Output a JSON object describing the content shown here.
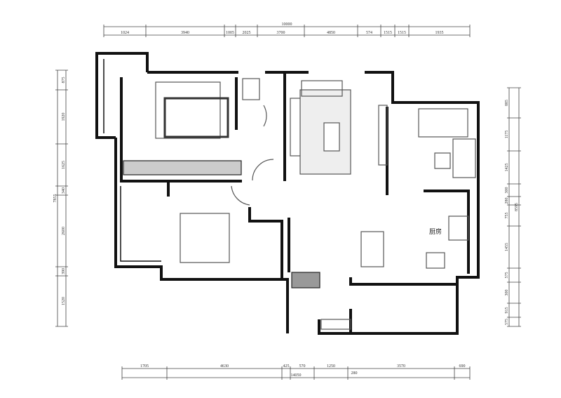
{
  "title": "Apartment floor plan",
  "rooms": {
    "kitchen_label": "厨房"
  },
  "dimensions": {
    "top_total": "10000",
    "top_segments": [
      "1024",
      "3940",
      "1005",
      "2025",
      "3700",
      "4850",
      "574",
      "1515",
      "1515",
      "1935"
    ],
    "bottom_total": "14050",
    "bottom_segments": [
      "1705",
      "4630",
      "425",
      "570",
      "1250",
      "3570",
      "690"
    ],
    "bottom_extra": "280",
    "left_total": "7855",
    "left_segments": [
      "875",
      "1920",
      "1625",
      "340",
      "2600",
      "390",
      "1520"
    ],
    "right_total": "8595",
    "right_segments": [
      "885",
      "1175",
      "1425",
      "300",
      "280",
      "755",
      "1455",
      "575",
      "300",
      "915",
      "575"
    ]
  },
  "colors": {
    "wall": "#111111",
    "furniture": "#555555",
    "dimension": "#444444"
  }
}
